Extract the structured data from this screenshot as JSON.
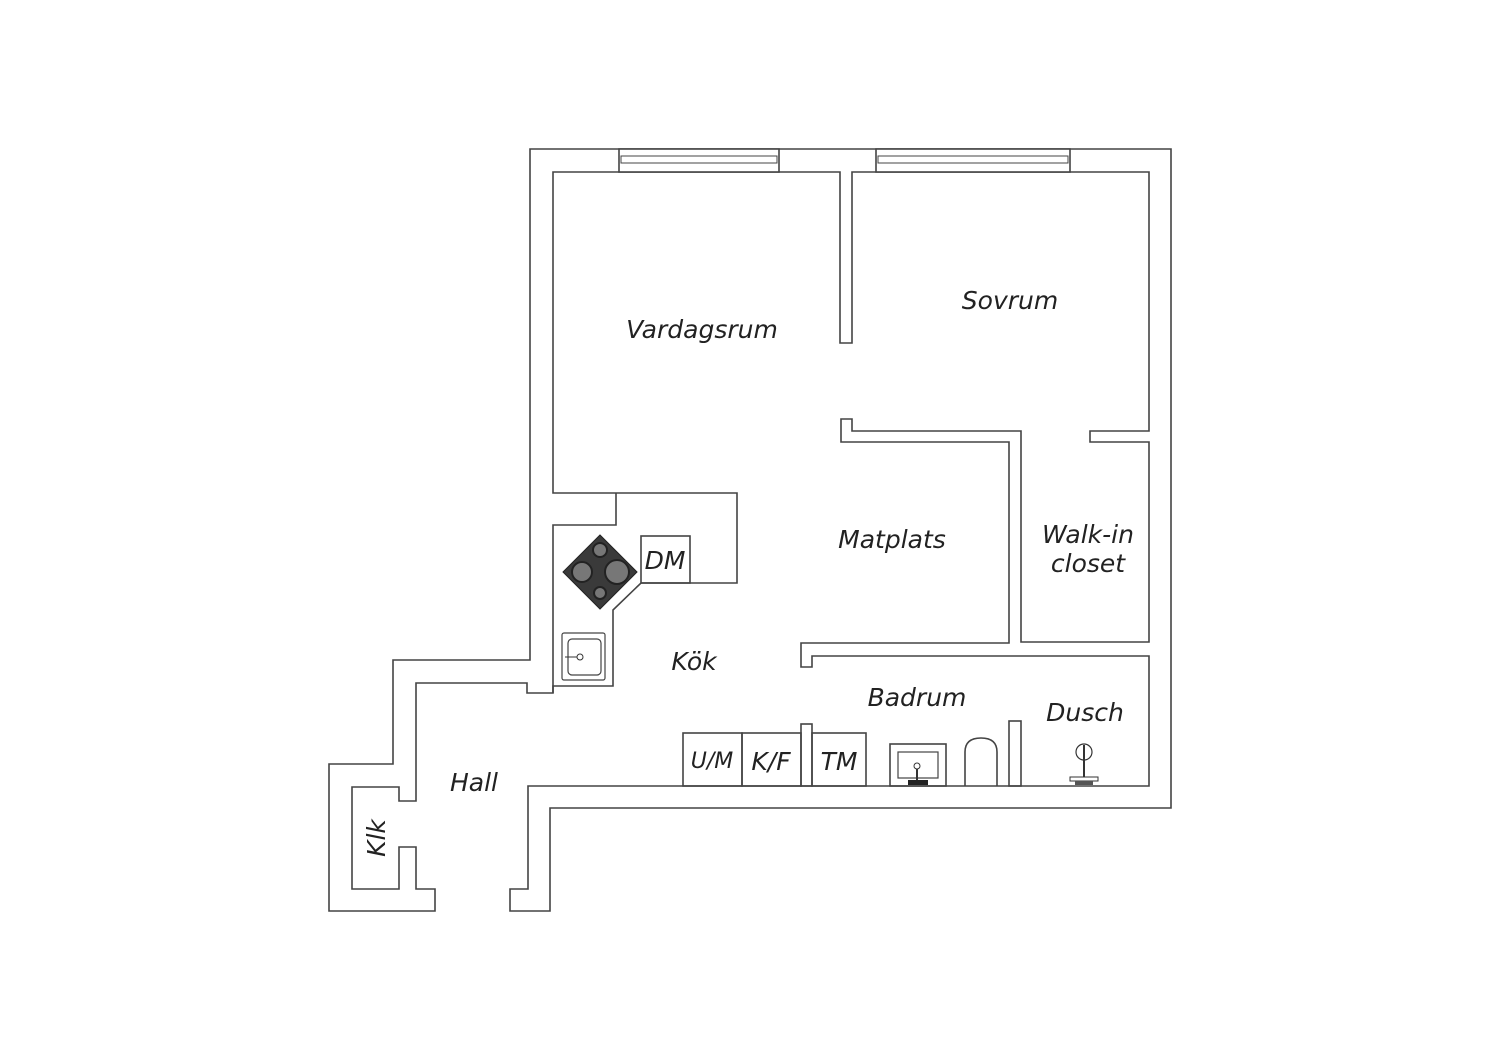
{
  "rooms": {
    "living": "Vardagsrum",
    "bedroom": "Sovrum",
    "dining": "Matplats",
    "closet_line1": "Walk-in",
    "closet_line2": "closet",
    "kitchen": "Kök",
    "bathroom": "Badrum",
    "shower": "Dusch",
    "hall": "Hall",
    "wardrobe": "Klk"
  },
  "appliances": {
    "dishwasher": "DM",
    "washer": "U/M",
    "fridge_freezer": "K/F",
    "dryer": "TM"
  },
  "colors": {
    "wall": "#444444",
    "stove": "#3a3a3a",
    "burner": "#777777"
  }
}
